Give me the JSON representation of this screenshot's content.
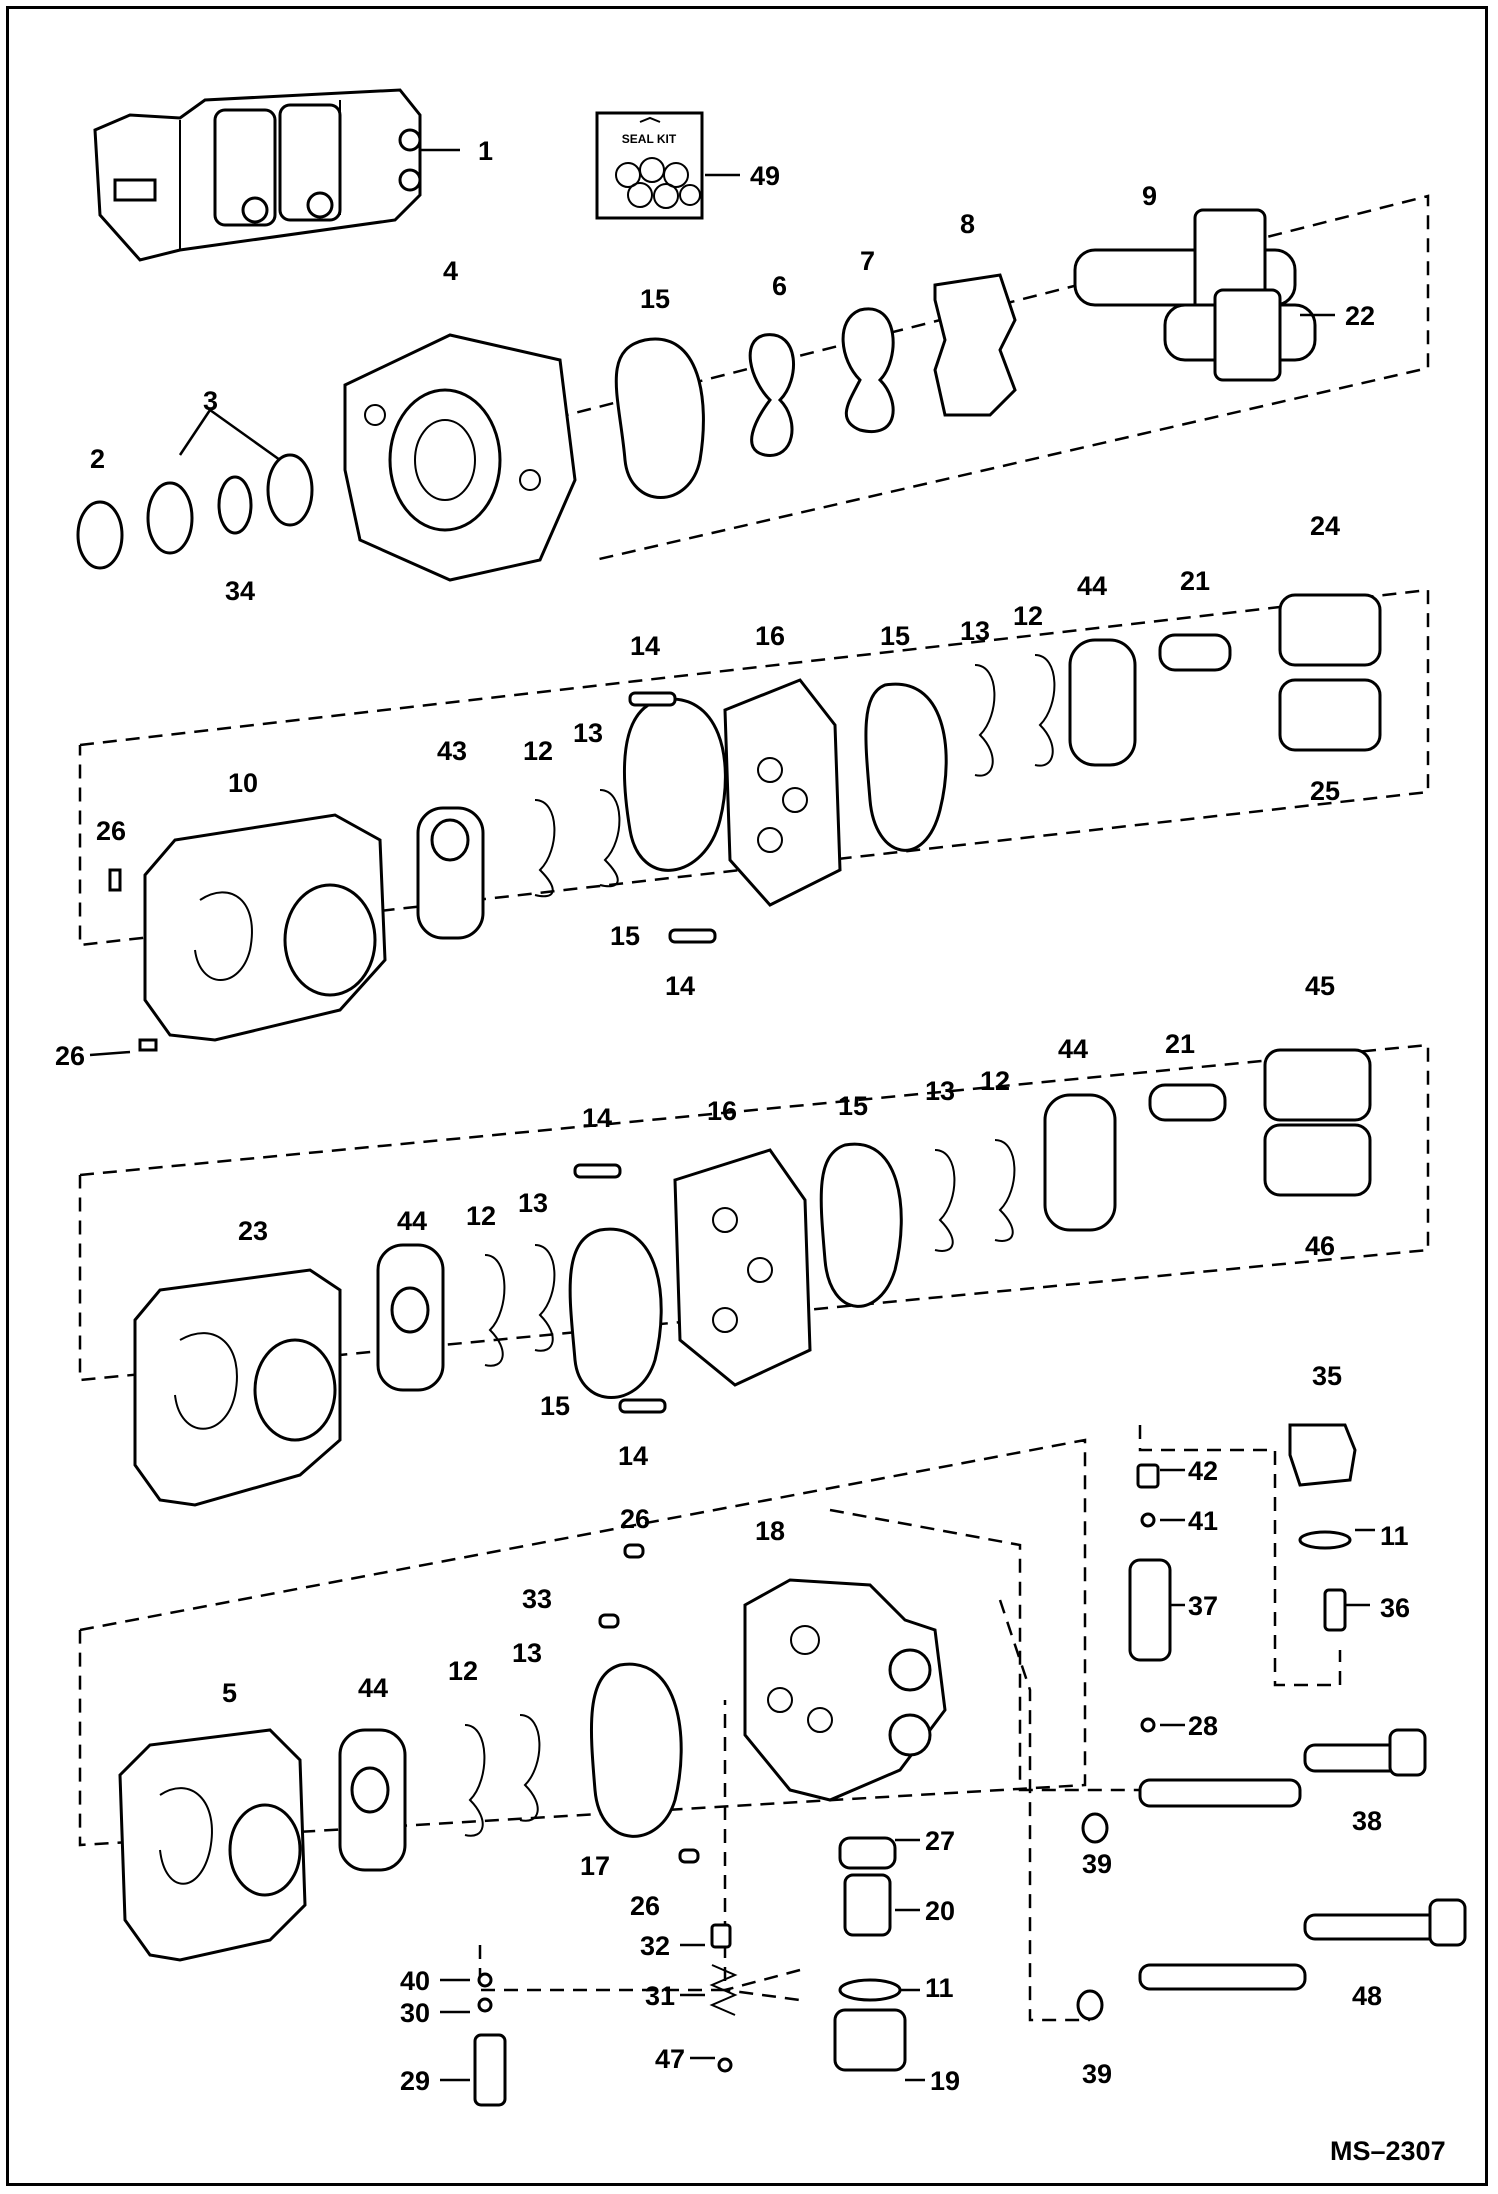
{
  "drawing_id": "MS–2307",
  "seal_kit_text": "SEAL KIT",
  "labels": {
    "p1": "1",
    "p2": "2",
    "p3": "3",
    "p4": "4",
    "p5": "5",
    "p6": "6",
    "p7": "7",
    "p8": "8",
    "p9": "9",
    "p10": "10",
    "p11a": "11",
    "p11b": "11",
    "p12a": "12",
    "p12b": "12",
    "p12c": "12",
    "p12d": "12",
    "p12e": "12",
    "p13a": "13",
    "p13b": "13",
    "p13c": "13",
    "p13d": "13",
    "p13e": "13",
    "p14a": "14",
    "p14b": "14",
    "p14c": "14",
    "p14d": "14",
    "p15a": "15",
    "p15b": "15",
    "p15c": "15",
    "p15d": "15",
    "p15e": "15",
    "p16a": "16",
    "p16b": "16",
    "p17": "17",
    "p18": "18",
    "p19": "19",
    "p20": "20",
    "p21a": "21",
    "p21b": "21",
    "p22": "22",
    "p23": "23",
    "p24": "24",
    "p25": "25",
    "p26a": "26",
    "p26b": "26",
    "p26c": "26",
    "p26d": "26",
    "p27": "27",
    "p28": "28",
    "p29": "29",
    "p30": "30",
    "p31": "31",
    "p32": "32",
    "p33": "33",
    "p34": "34",
    "p35": "35",
    "p36": "36",
    "p37": "37",
    "p38": "38",
    "p39a": "39",
    "p39b": "39",
    "p40": "40",
    "p41": "41",
    "p42": "42",
    "p43": "43",
    "p44a": "44",
    "p44b": "44",
    "p44c": "44",
    "p44d": "44",
    "p45": "45",
    "p46": "46",
    "p47": "47",
    "p48": "48",
    "p49": "49"
  }
}
